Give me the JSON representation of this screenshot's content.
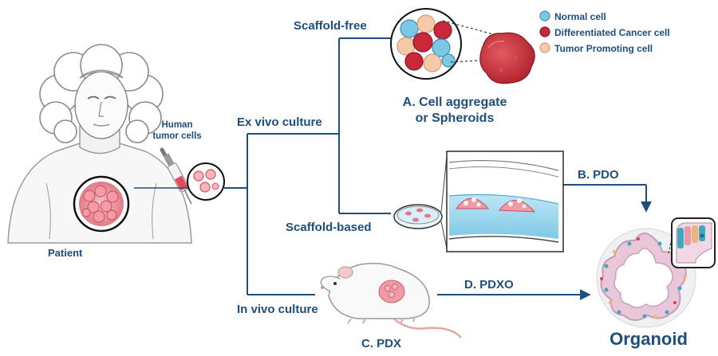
{
  "labels": {
    "scaffold_free": "Scaffold-free",
    "ex_vivo": "Ex vivo culture",
    "scaffold_based": "Scaffold-based",
    "in_vivo": "In vivo culture",
    "human_tumor_line1": "Human",
    "human_tumor_line2": "tumor cells",
    "patient": "Patient",
    "a_line1": "A. Cell aggregate",
    "a_line2": "or Spheroids",
    "b": "B. PDO",
    "c": "C. PDX",
    "d": "D. PDXO",
    "organoid": "Organoid"
  },
  "legend": [
    {
      "label": "Normal cell",
      "color": "#7cc6e6",
      "icon": "normal-cell-icon"
    },
    {
      "label": "Differentiated Cancer cell",
      "color": "#c8283a",
      "icon": "cancer-cell-icon"
    },
    {
      "label": "Tumor Promoting cell",
      "color": "#f6c9a8",
      "icon": "promoting-cell-icon"
    }
  ],
  "colors": {
    "text": "#1d4e7e",
    "line": "#1d4e7e",
    "tumor": "#e98a98"
  }
}
